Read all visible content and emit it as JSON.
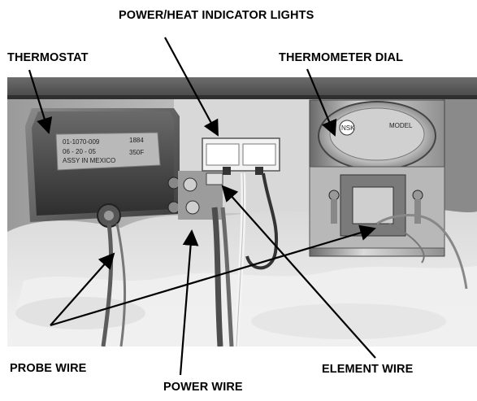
{
  "labels": {
    "power_heat": "POWER/HEAT INDICATOR LIGHTS",
    "thermostat": "THERMOSTAT",
    "thermometer": "THERMOMETER DIAL",
    "probe_wire": "PROBE WIRE",
    "power_wire": "POWER WIRE",
    "element_wire": "ELEMENT WIRE"
  },
  "thermostat_plate": {
    "line1": "01-1070-009",
    "line2": "06 - 20 - 05",
    "line3": "ASSY IN MEXICO",
    "side1": "1884",
    "side2": "350F"
  },
  "dial_text": {
    "brand": "NSK",
    "model": "MODEL"
  },
  "colors": {
    "label_text": "#000000",
    "arrow": "#000000"
  }
}
